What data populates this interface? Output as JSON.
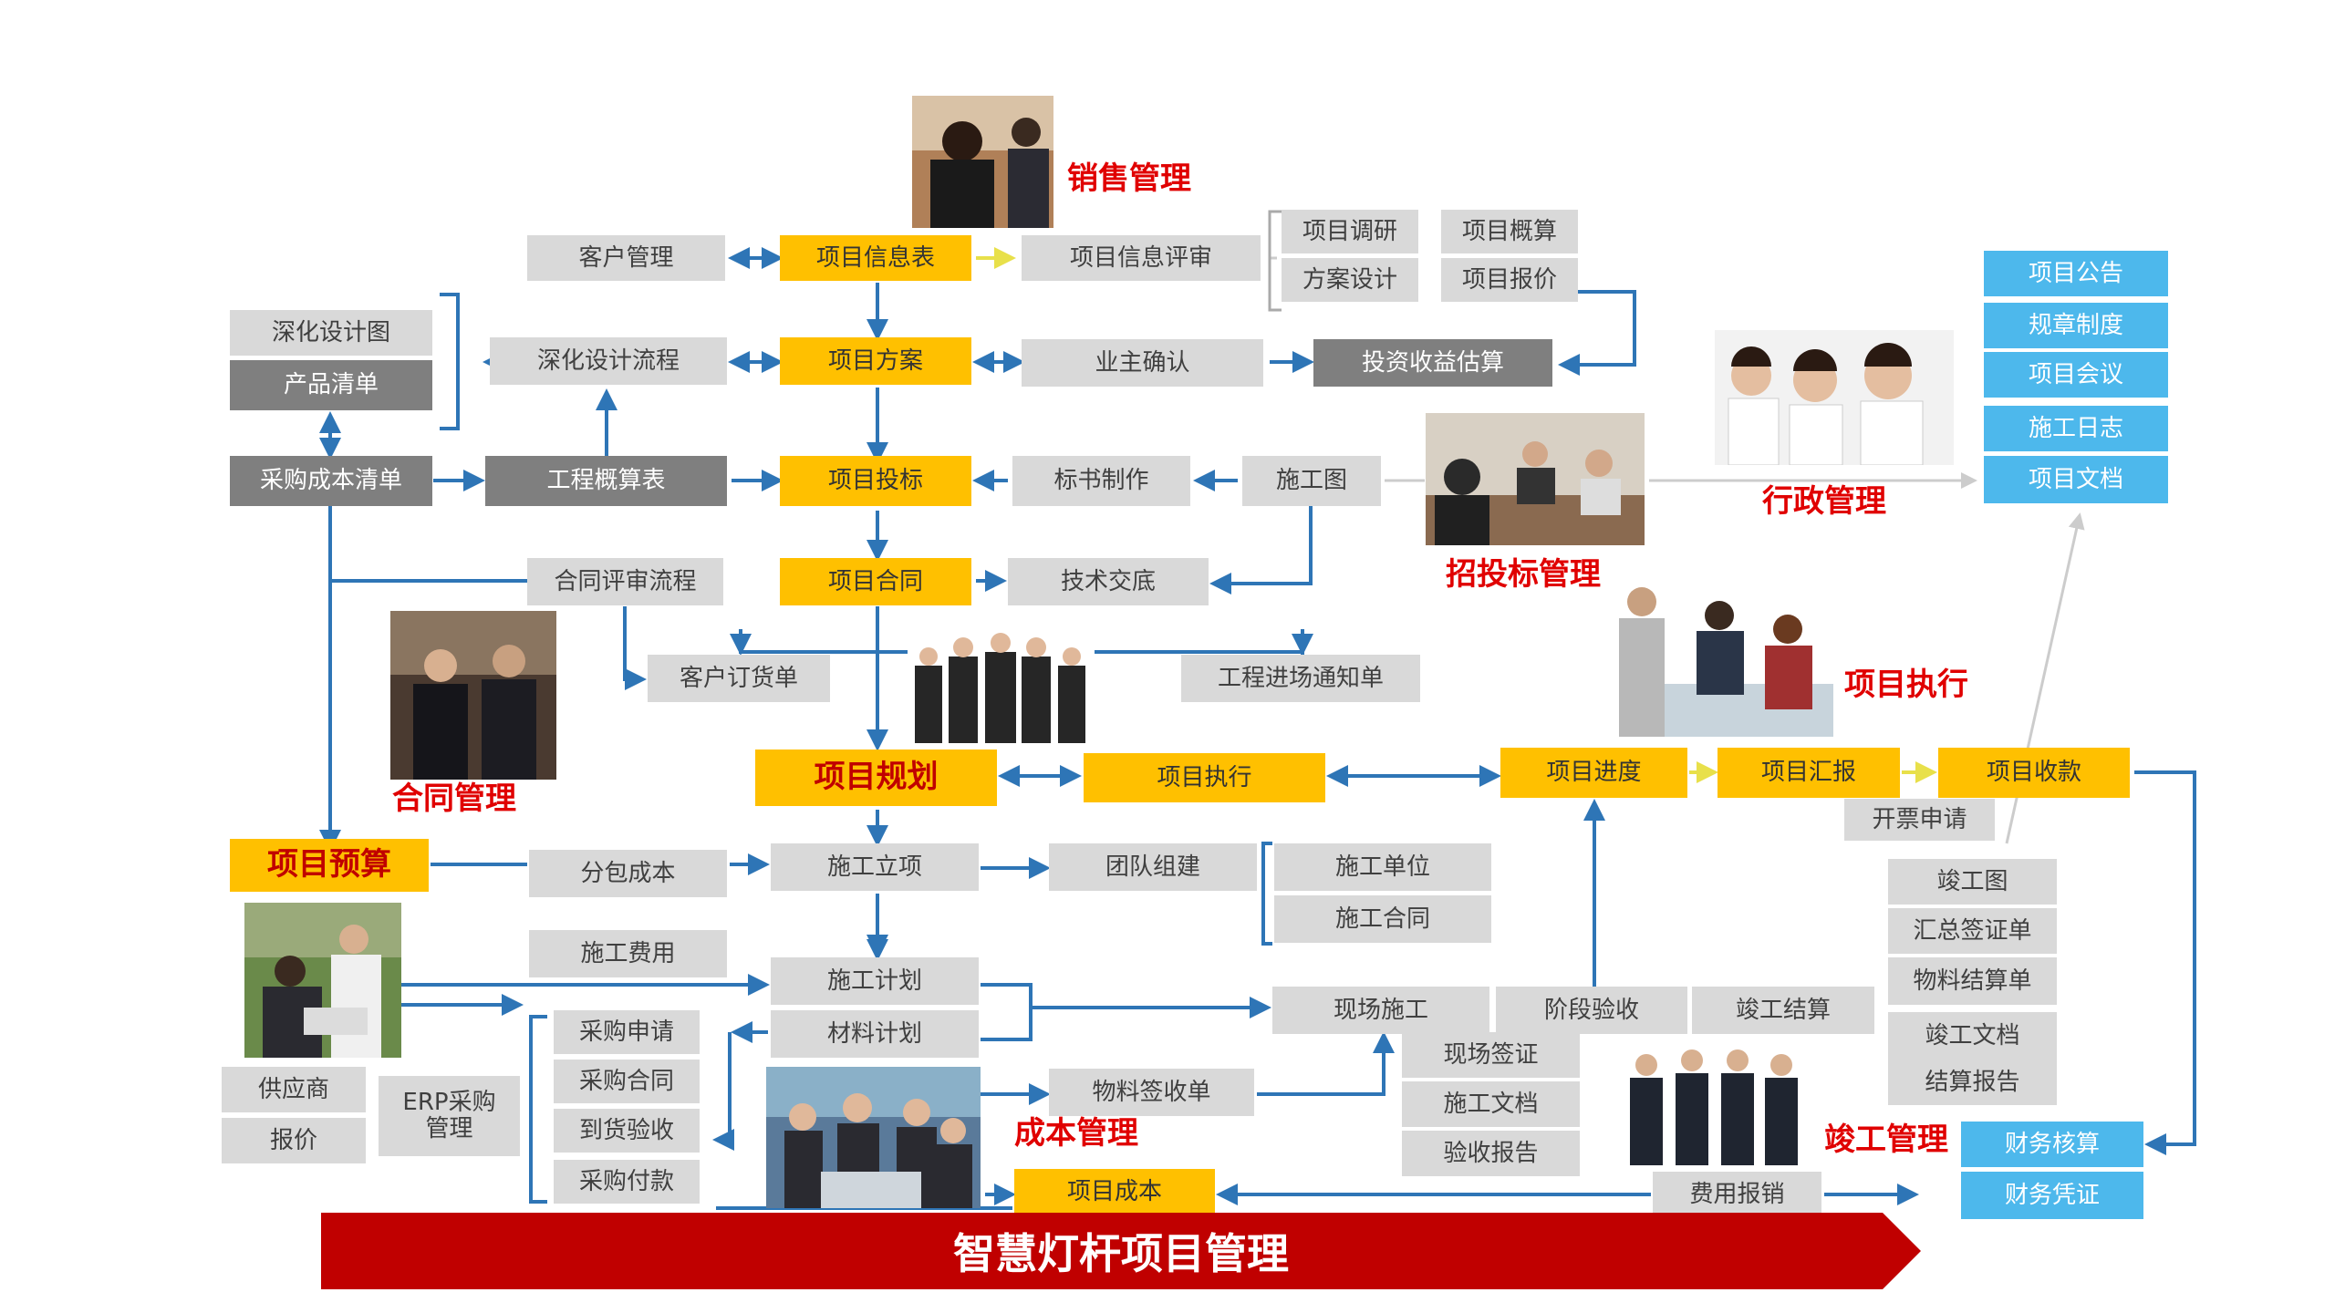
{
  "colors": {
    "accent_yellow": "#ffc000",
    "box_gray": "#d9d9d9",
    "box_dark": "#7f7f7f",
    "box_blue": "#4db8ec",
    "arrow_blue": "#2e75b6",
    "label_red": "#e00000",
    "banner_red": "#c00000"
  },
  "labels": {
    "sales": "销售管理",
    "contract": "合同管理",
    "bidding": "招投标管理",
    "admin": "行政管理",
    "execution": "项目执行",
    "cost": "成本管理",
    "completion": "竣工管理"
  },
  "nodes": {
    "customer_mgmt": "客户管理",
    "project_info": "项目信息表",
    "project_info_review": "项目信息评审",
    "project_research": "项目调研",
    "project_estimate": "项目概算",
    "scheme_design": "方案设计",
    "project_quote": "项目报价",
    "detail_design_drawing": "深化设计图",
    "product_list": "产品清单",
    "detail_design_flow": "深化设计流程",
    "project_plan": "项目方案",
    "owner_confirm": "业主确认",
    "roi_estimate": "投资收益估算",
    "procure_cost_list": "采购成本清单",
    "engineering_budget": "工程概算表",
    "project_bid": "项目投标",
    "tender_prep": "标书制作",
    "construction_drawing": "施工图",
    "contract_review": "合同评审流程",
    "project_contract": "项目合同",
    "tech_briefing": "技术交底",
    "customer_order": "客户订货单",
    "site_entry_notice": "工程进场通知单",
    "project_planning": "项目规划",
    "project_exec": "项目执行",
    "project_progress": "项目进度",
    "project_report": "项目汇报",
    "project_collection": "项目收款",
    "invoice_request": "开票申请",
    "project_budget": "项目预算",
    "subcontract_cost": "分包成本",
    "construction_setup": "施工立项",
    "team_building": "团队组建",
    "construction_unit": "施工单位",
    "construction_contract": "施工合同",
    "construction_fee": "施工费用",
    "construction_plan": "施工计划",
    "material_plan": "材料计划",
    "site_construction": "现场施工",
    "stage_acceptance": "阶段验收",
    "completion_settlement": "竣工结算",
    "purchase_request": "采购申请",
    "purchase_contract": "采购合同",
    "arrival_inspection": "到货验收",
    "purchase_payment": "采购付款",
    "supplier": "供应商",
    "quote": "报价",
    "erp_purchase": "ERP采购\n管理",
    "material_receipt": "物料签收单",
    "site_visa": "现场签证",
    "construction_docs": "施工文档",
    "acceptance_report": "验收报告",
    "as_built_drawing": "竣工图",
    "summary_visa": "汇总签证单",
    "material_settlement": "物料结算单",
    "completion_docs": "竣工文档",
    "settlement_report": "结算报告",
    "project_cost": "项目成本",
    "expense_claim": "费用报销",
    "financial_accounting": "财务核算",
    "financial_voucher": "财务凭证",
    "announcement": "项目公告",
    "regulations": "规章制度",
    "meeting": "项目会议",
    "construction_log": "施工日志",
    "project_docs": "项目文档"
  },
  "banner": {
    "title": "智慧灯杆项目管理"
  }
}
